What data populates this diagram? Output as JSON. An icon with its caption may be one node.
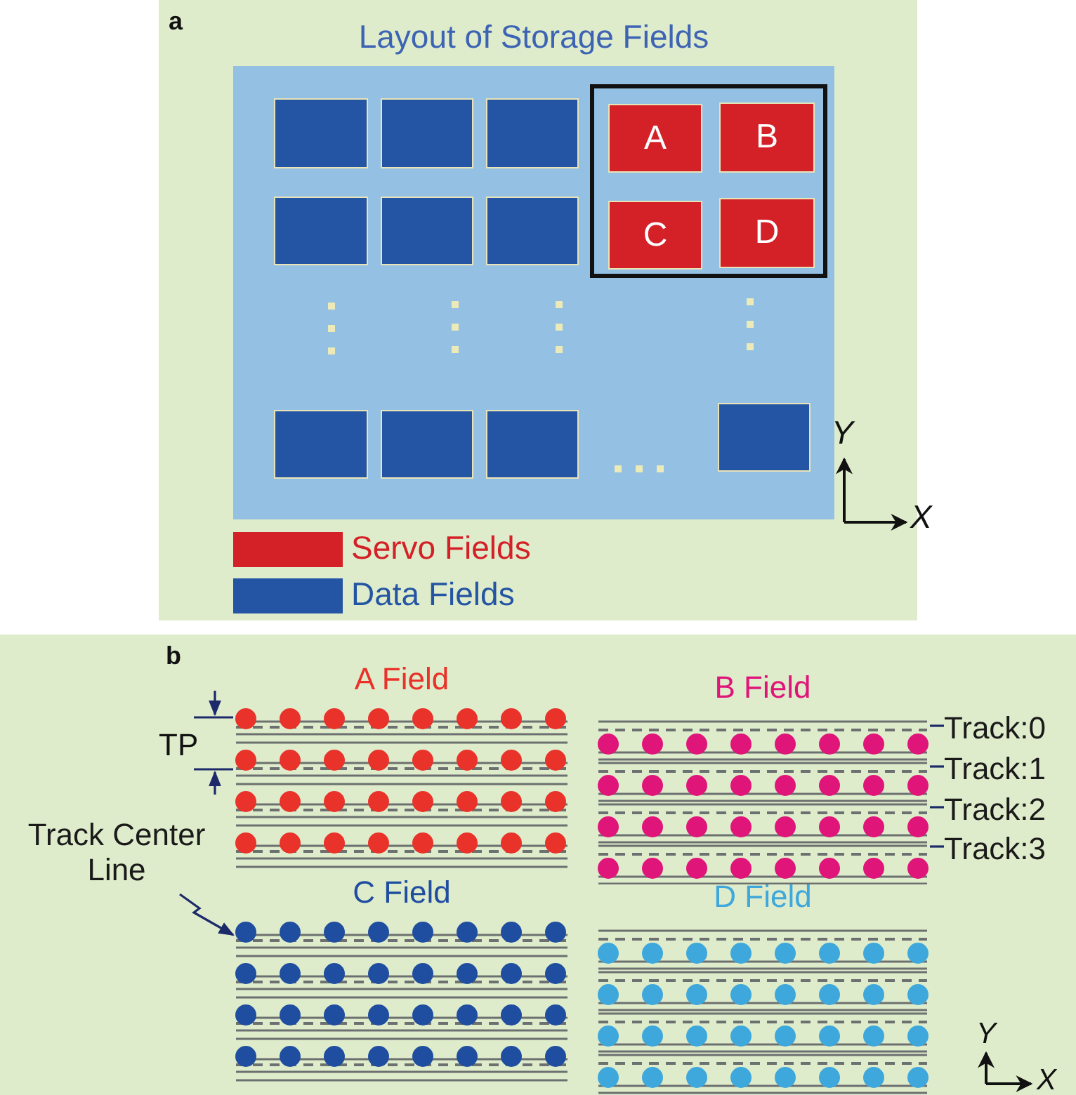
{
  "diagram": {
    "nodes": [
      {
        "text": [
          "Layout of Storage Fields"
        ]
      },
      {
        "text": [],
        "shape": "box",
        "in": 0
      },
      {
        "text": [],
        "shape": "box",
        "in": 0
      },
      {
        "text": [],
        "shape": "box",
        "in": 0
      },
      {
        "text": [],
        "shape": "box",
        "in": 0
      },
      {
        "text": [
          "A"
        ],
        "in": 4
      },
      {
        "text": [
          "B"
        ],
        "in": 4
      },
      {
        "text": [
          "C"
        ],
        "in": 4
      },
      {
        "text": [
          "D"
        ],
        "in": 4
      },
      {
        "text": [],
        "shape": "box",
        "in": 0
      },
      {
        "text": [],
        "shape": "box",
        "in": 0
      },
      {
        "text": [],
        "shape": "box",
        "in": 0
      },
      {
        "text": [],
        "shape": "box",
        "in": 0
      },
      {
        "text": [],
        "shape": "box",
        "in": 0
      },
      {
        "text": [],
        "shape": "box",
        "in": 0
      },
      {
        "text": [],
        "shape": "box",
        "in": 0
      },
      {
        "text": [
          "A Field"
        ]
      },
      {
        "text": [
          "B Field"
        ]
      },
      {
        "text": [
          "C Field"
        ]
      },
      {
        "text": [
          "D Field"
        ]
      },
      {
        "text": [
          "Track Center Line"
        ]
      },
      {
        "text": [
          "Track:0"
        ]
      },
      {
        "text": [
          "Track:1"
        ]
      },
      {
        "text": [
          "Track:2"
        ]
      },
      {
        "text": [
          "Track:3"
        ]
      }
    ],
    "edges": [
      {
        "from": 20,
        "to": 18,
        "arrow": "to"
      },
      {
        "from": 21,
        "to": 17,
        "arrow": "none"
      },
      {
        "from": 22,
        "to": 17,
        "arrow": "none"
      },
      {
        "from": 23,
        "to": 17,
        "arrow": "none"
      },
      {
        "from": 24,
        "to": 17,
        "arrow": "none"
      }
    ],
    "labels": [
      "a",
      "Y",
      "X",
      "b",
      "TP",
      "Y",
      "X"
    ],
    "legend": [
      {
        "text": "Servo Fields",
        "color": "#d42027"
      },
      {
        "text": "Data Fields",
        "color": "#2455a4"
      }
    ]
  }
}
